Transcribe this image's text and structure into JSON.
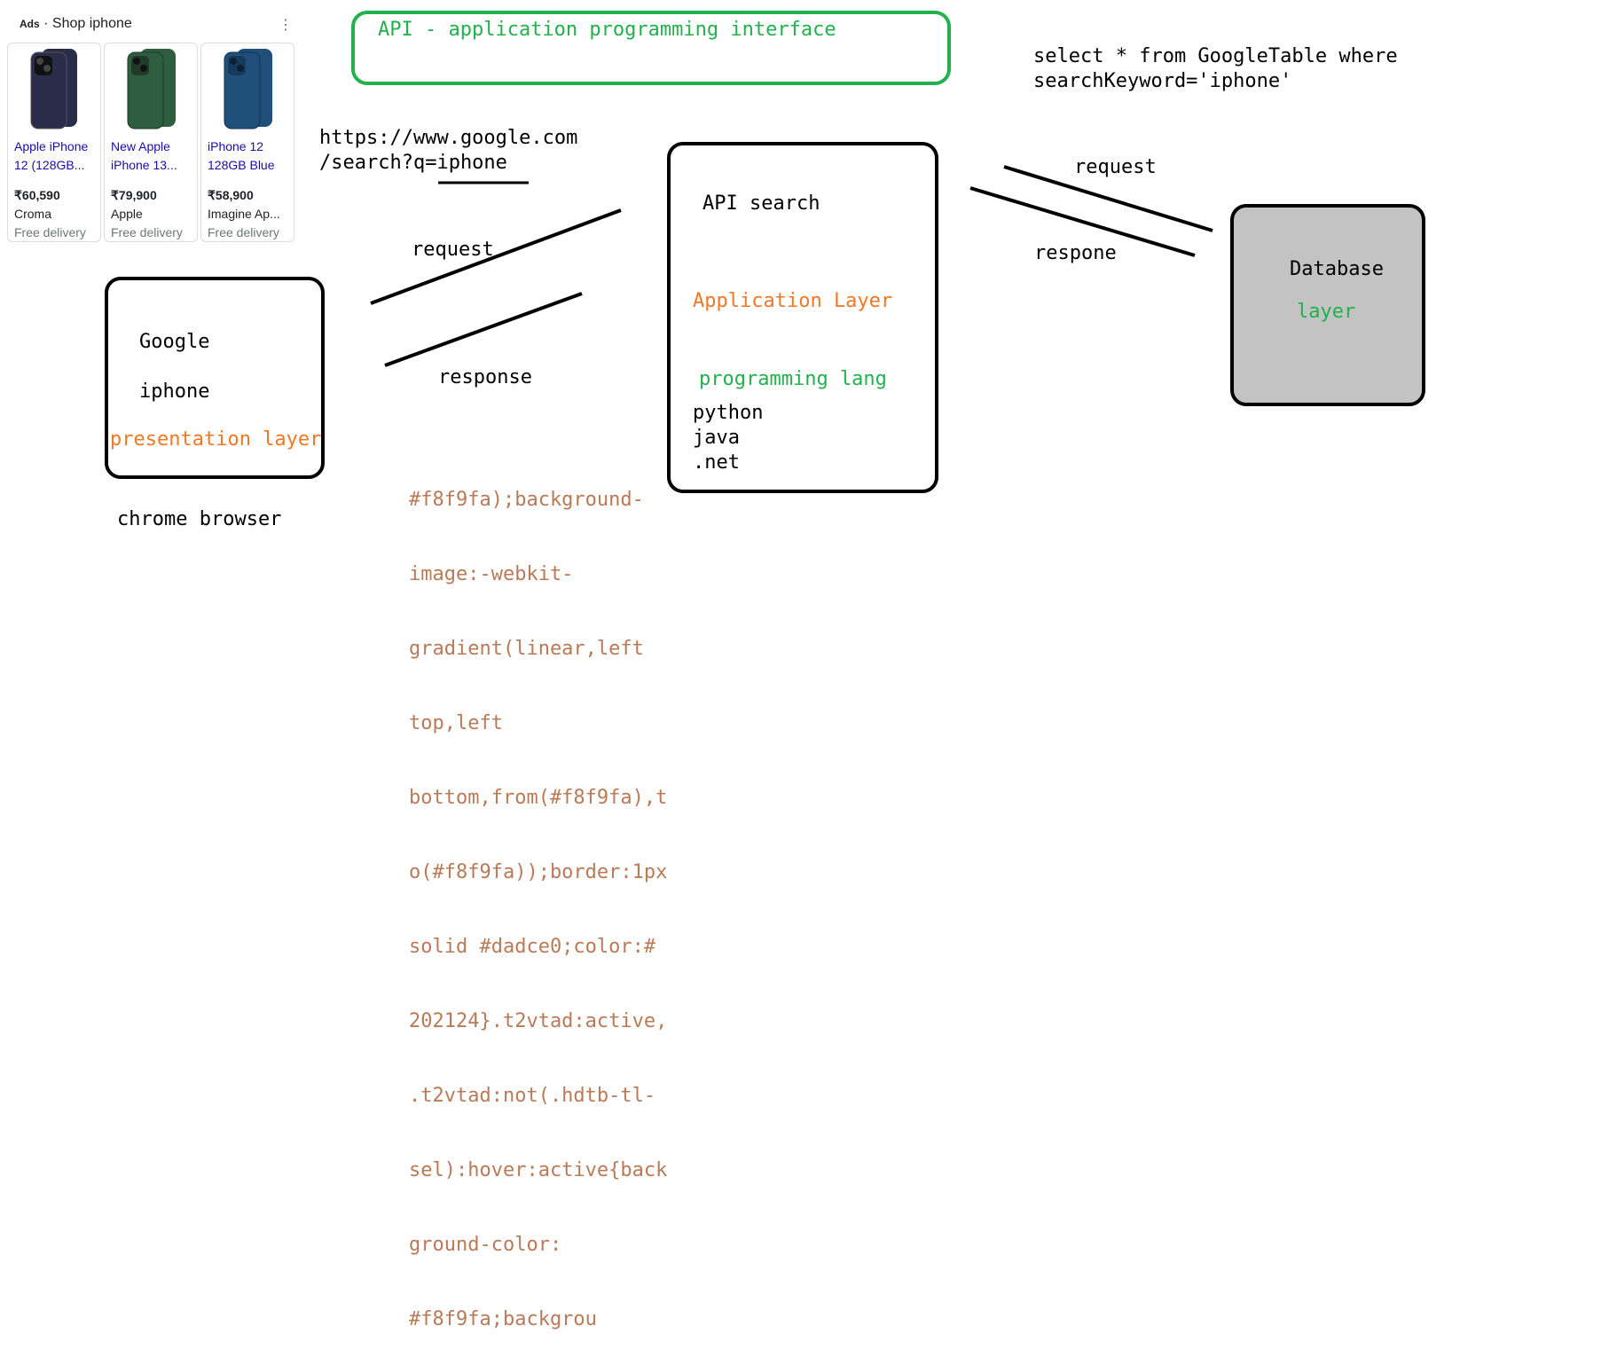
{
  "ads": {
    "ads_badge": "Ads",
    "heading": "· Shop iphone",
    "more_icon": "more-vert-icon",
    "cards": [
      {
        "title1": "Apple iPhone",
        "title2": "12 (128GB...",
        "price": "₹60,590",
        "seller": "Croma",
        "delivery": "Free delivery",
        "color": "#2b2b4a"
      },
      {
        "title1": "New Apple",
        "title2": "iPhone 13...",
        "price": "₹79,900",
        "seller": "Apple",
        "delivery": "Free delivery",
        "color": "#2f5d3f"
      },
      {
        "title1": "iPhone 12",
        "title2": "128GB Blue",
        "price": "₹58,900",
        "seller": "Imagine Ap...",
        "delivery": "Free delivery",
        "color": "#1f4f7a"
      }
    ]
  },
  "diagram": {
    "api_title": "API - application programming interface",
    "sql_line1": "select * from GoogleTable where",
    "sql_line2": "searchKeyword='iphone'",
    "url_line1": "https://www.google.com",
    "url_line2": "/search?q=iphone",
    "left_request": "request",
    "left_response": "response",
    "right_request": "request",
    "right_response": "respone",
    "presentation": {
      "line1": "Google",
      "line2": "iphone",
      "layer": "presentation layer",
      "caption": "chrome browser"
    },
    "application": {
      "title": "API search",
      "layer": "Application Layer",
      "lang_heading": "programming lang",
      "langs": [
        "python",
        "java",
        ".net"
      ]
    },
    "database": {
      "title": "Database",
      "layer": "layer"
    },
    "css_snippet": [
      "#f8f9fa);background-",
      "image:-webkit-",
      "gradient(linear,left",
      "top,left",
      "bottom,from(#f8f9fa),t",
      "o(#f8f9fa));border:1px",
      "solid #dadce0;color:#",
      "202124}.t2vtad:active,",
      ".t2vtad:not(.hdtb-tl-",
      "sel):hover:active{back",
      "ground-color:",
      "#f8f9fa;backgrou"
    ]
  },
  "colors": {
    "green": "#22b14c",
    "orange": "#f07826",
    "brown": "#b97a57",
    "db_fill": "#c3c3c3"
  }
}
